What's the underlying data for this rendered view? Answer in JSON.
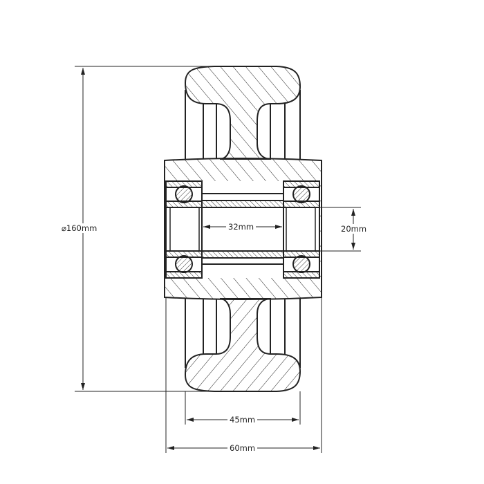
{
  "drawing": {
    "dimensions": {
      "diameter": "⌀160mm",
      "bore_length": "32mm",
      "bore_diameter": "20mm",
      "tread_width": "45mm",
      "hub_width": "60mm"
    },
    "line_color": "#222222",
    "background": "#ffffff"
  }
}
